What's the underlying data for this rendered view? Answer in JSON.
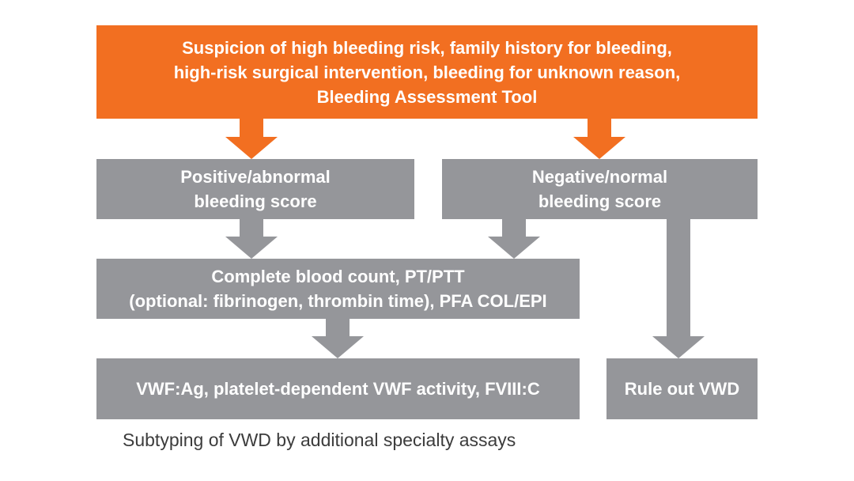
{
  "colors": {
    "accent_orange": "#f26f21",
    "box_gray": "#95969a",
    "box_text": "#ffffff",
    "caption_text": "#3c3c3c"
  },
  "flowchart": {
    "top_box": {
      "lines": [
        "Suspicion of high bleeding risk, family history for bleeding,",
        "high-risk surgical intervention, bleeding for unknown reason,",
        "Bleeding Assessment Tool"
      ]
    },
    "positive_box": {
      "lines": [
        "Positive/abnormal",
        "bleeding score"
      ]
    },
    "negative_box": {
      "lines": [
        "Negative/normal",
        "bleeding score"
      ]
    },
    "labs_box": {
      "lines": [
        "Complete blood count, PT/PTT",
        "(optional: fibrinogen, thrombin time), PFA COL/EPI"
      ]
    },
    "vwf_box": {
      "label": "VWF:Ag, platelet-dependent VWF activity, FVIII:C"
    },
    "rule_out_box": {
      "label": "Rule out VWD"
    },
    "caption": "Subtyping of VWD by additional specialty assays"
  }
}
